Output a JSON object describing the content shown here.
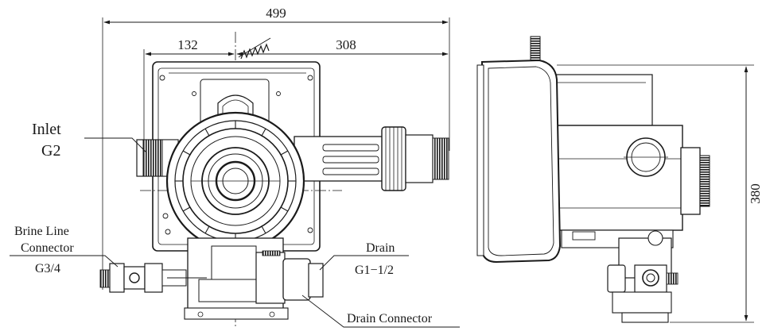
{
  "dimensions": {
    "overall_width": "499",
    "left_offset": "132",
    "right_offset": "308",
    "height": "380"
  },
  "labels": {
    "inlet_line1": "Inlet",
    "inlet_line2": "G2",
    "brine_line1": "Brine Line",
    "brine_line2": "Connector",
    "brine_line3": "G3/4",
    "drain_line1": "Drain",
    "drain_line2": "G1−1/2",
    "drain_connector": "Drain Connector"
  }
}
